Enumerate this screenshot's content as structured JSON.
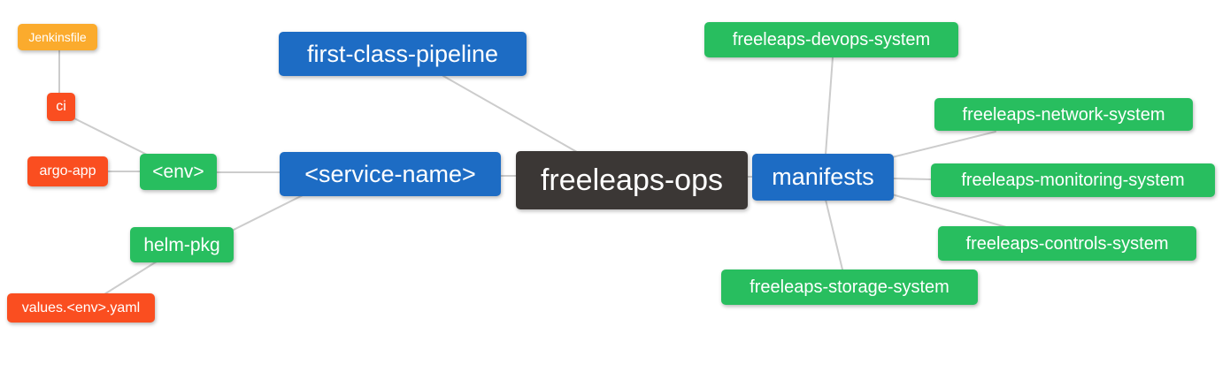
{
  "diagram": {
    "nodes": {
      "freeleaps_ops": {
        "label": "freeleaps-ops"
      },
      "first_class_pipeline": {
        "label": "first-class-pipeline"
      },
      "service_name": {
        "label": "<service-name>"
      },
      "manifests": {
        "label": "manifests"
      },
      "env": {
        "label": "<env>"
      },
      "helm_pkg": {
        "label": "helm-pkg"
      },
      "ci": {
        "label": "ci"
      },
      "argo_app": {
        "label": "argo-app"
      },
      "jenkinsfile": {
        "label": "Jenkinsfile"
      },
      "values_env_yaml": {
        "label": "values.<env>.yaml"
      },
      "devops_system": {
        "label": "freeleaps-devops-system"
      },
      "network_system": {
        "label": "freeleaps-network-system"
      },
      "monitoring_system": {
        "label": "freeleaps-monitoring-system"
      },
      "controls_system": {
        "label": "freeleaps-controls-system"
      },
      "storage_system": {
        "label": "freeleaps-storage-system"
      }
    },
    "colors": {
      "root_bg": "#3b3735",
      "level1_bg": "#1d6cc4",
      "level2_bg": "#28be5f",
      "level3_bg": "#fa4e20",
      "level4_bg": "#fbab2d",
      "edge": "#cccccc",
      "text": "#ffffff"
    }
  }
}
